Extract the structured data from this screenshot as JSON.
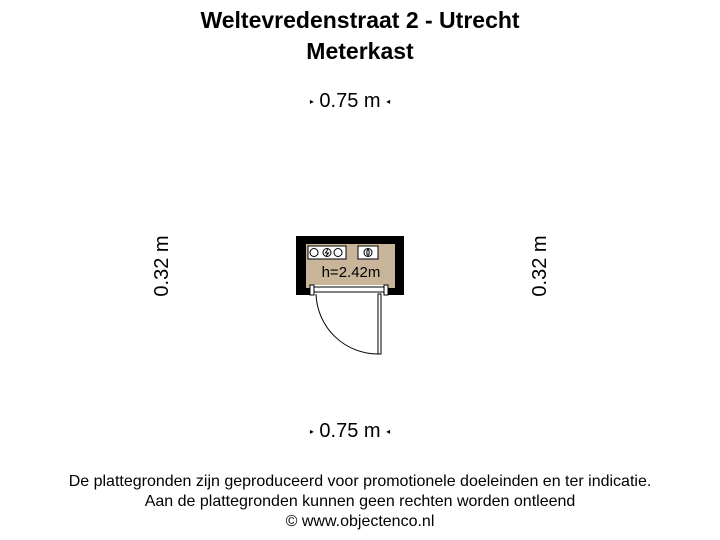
{
  "title": {
    "line1": "Weltevredenstraat 2 - Utrecht",
    "line2": "Meterkast"
  },
  "dimensions": {
    "top": "0.75 m",
    "bottom": "0.75 m",
    "left": "0.32 m",
    "right": "0.32 m"
  },
  "room": {
    "height_label": "h=2.42m",
    "floor_color": "#c9b59a",
    "wall_color": "#000000"
  },
  "footer": {
    "line1": "De plattegronden zijn geproduceerd voor promotionele doeleinden en ter indicatie.",
    "line2": "Aan de plattegronden kunnen geen rechten worden ontleend",
    "line3": "© www.objectenco.nl"
  }
}
